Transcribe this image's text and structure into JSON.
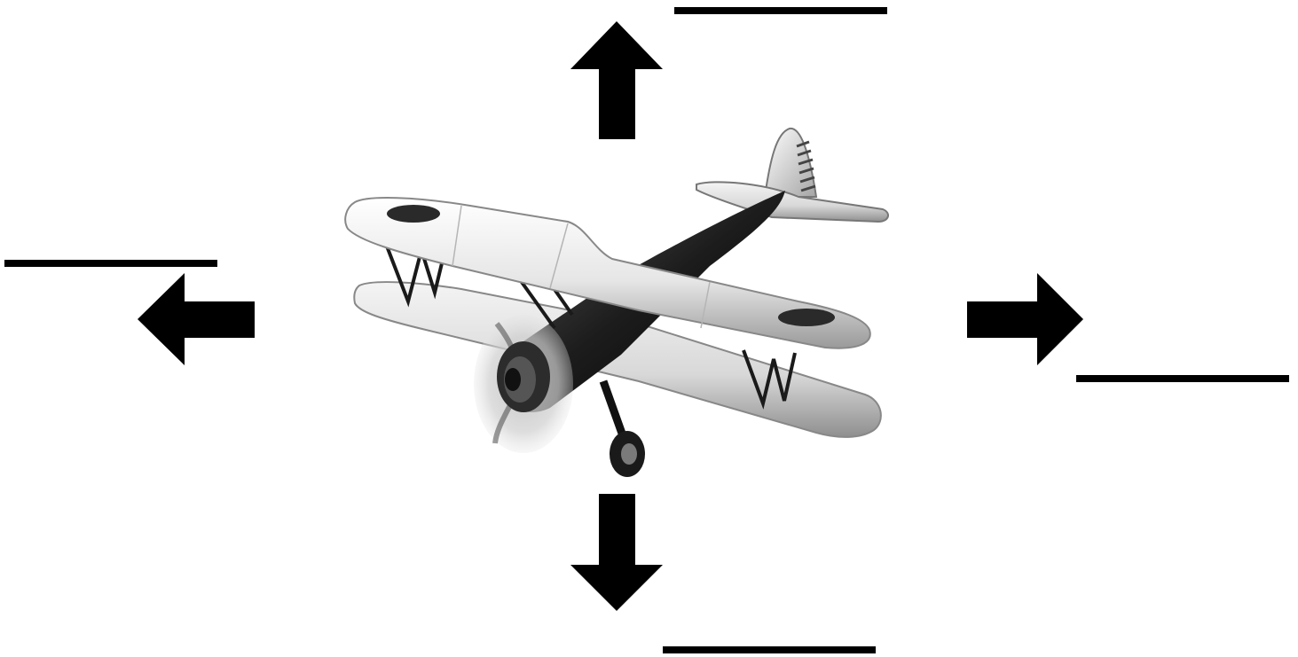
{
  "diagram": {
    "center_object": "biplane",
    "directions": [
      "up",
      "down",
      "left",
      "right"
    ],
    "answer_blanks": {
      "up": "",
      "down": "",
      "left": "",
      "right": ""
    }
  },
  "colors": {
    "background": "#ffffff",
    "arrow": "#000000",
    "blank_line": "#000000",
    "wing_light": "#f2f2f2",
    "wing_shadow": "#a8a8a8",
    "fuselage_dark": "#1a1a1a",
    "roundel": "#2a2a2a"
  },
  "icons": {
    "up": "arrow-up-icon",
    "down": "arrow-down-icon",
    "left": "arrow-left-icon",
    "right": "arrow-right-icon",
    "plane": "biplane-icon"
  }
}
